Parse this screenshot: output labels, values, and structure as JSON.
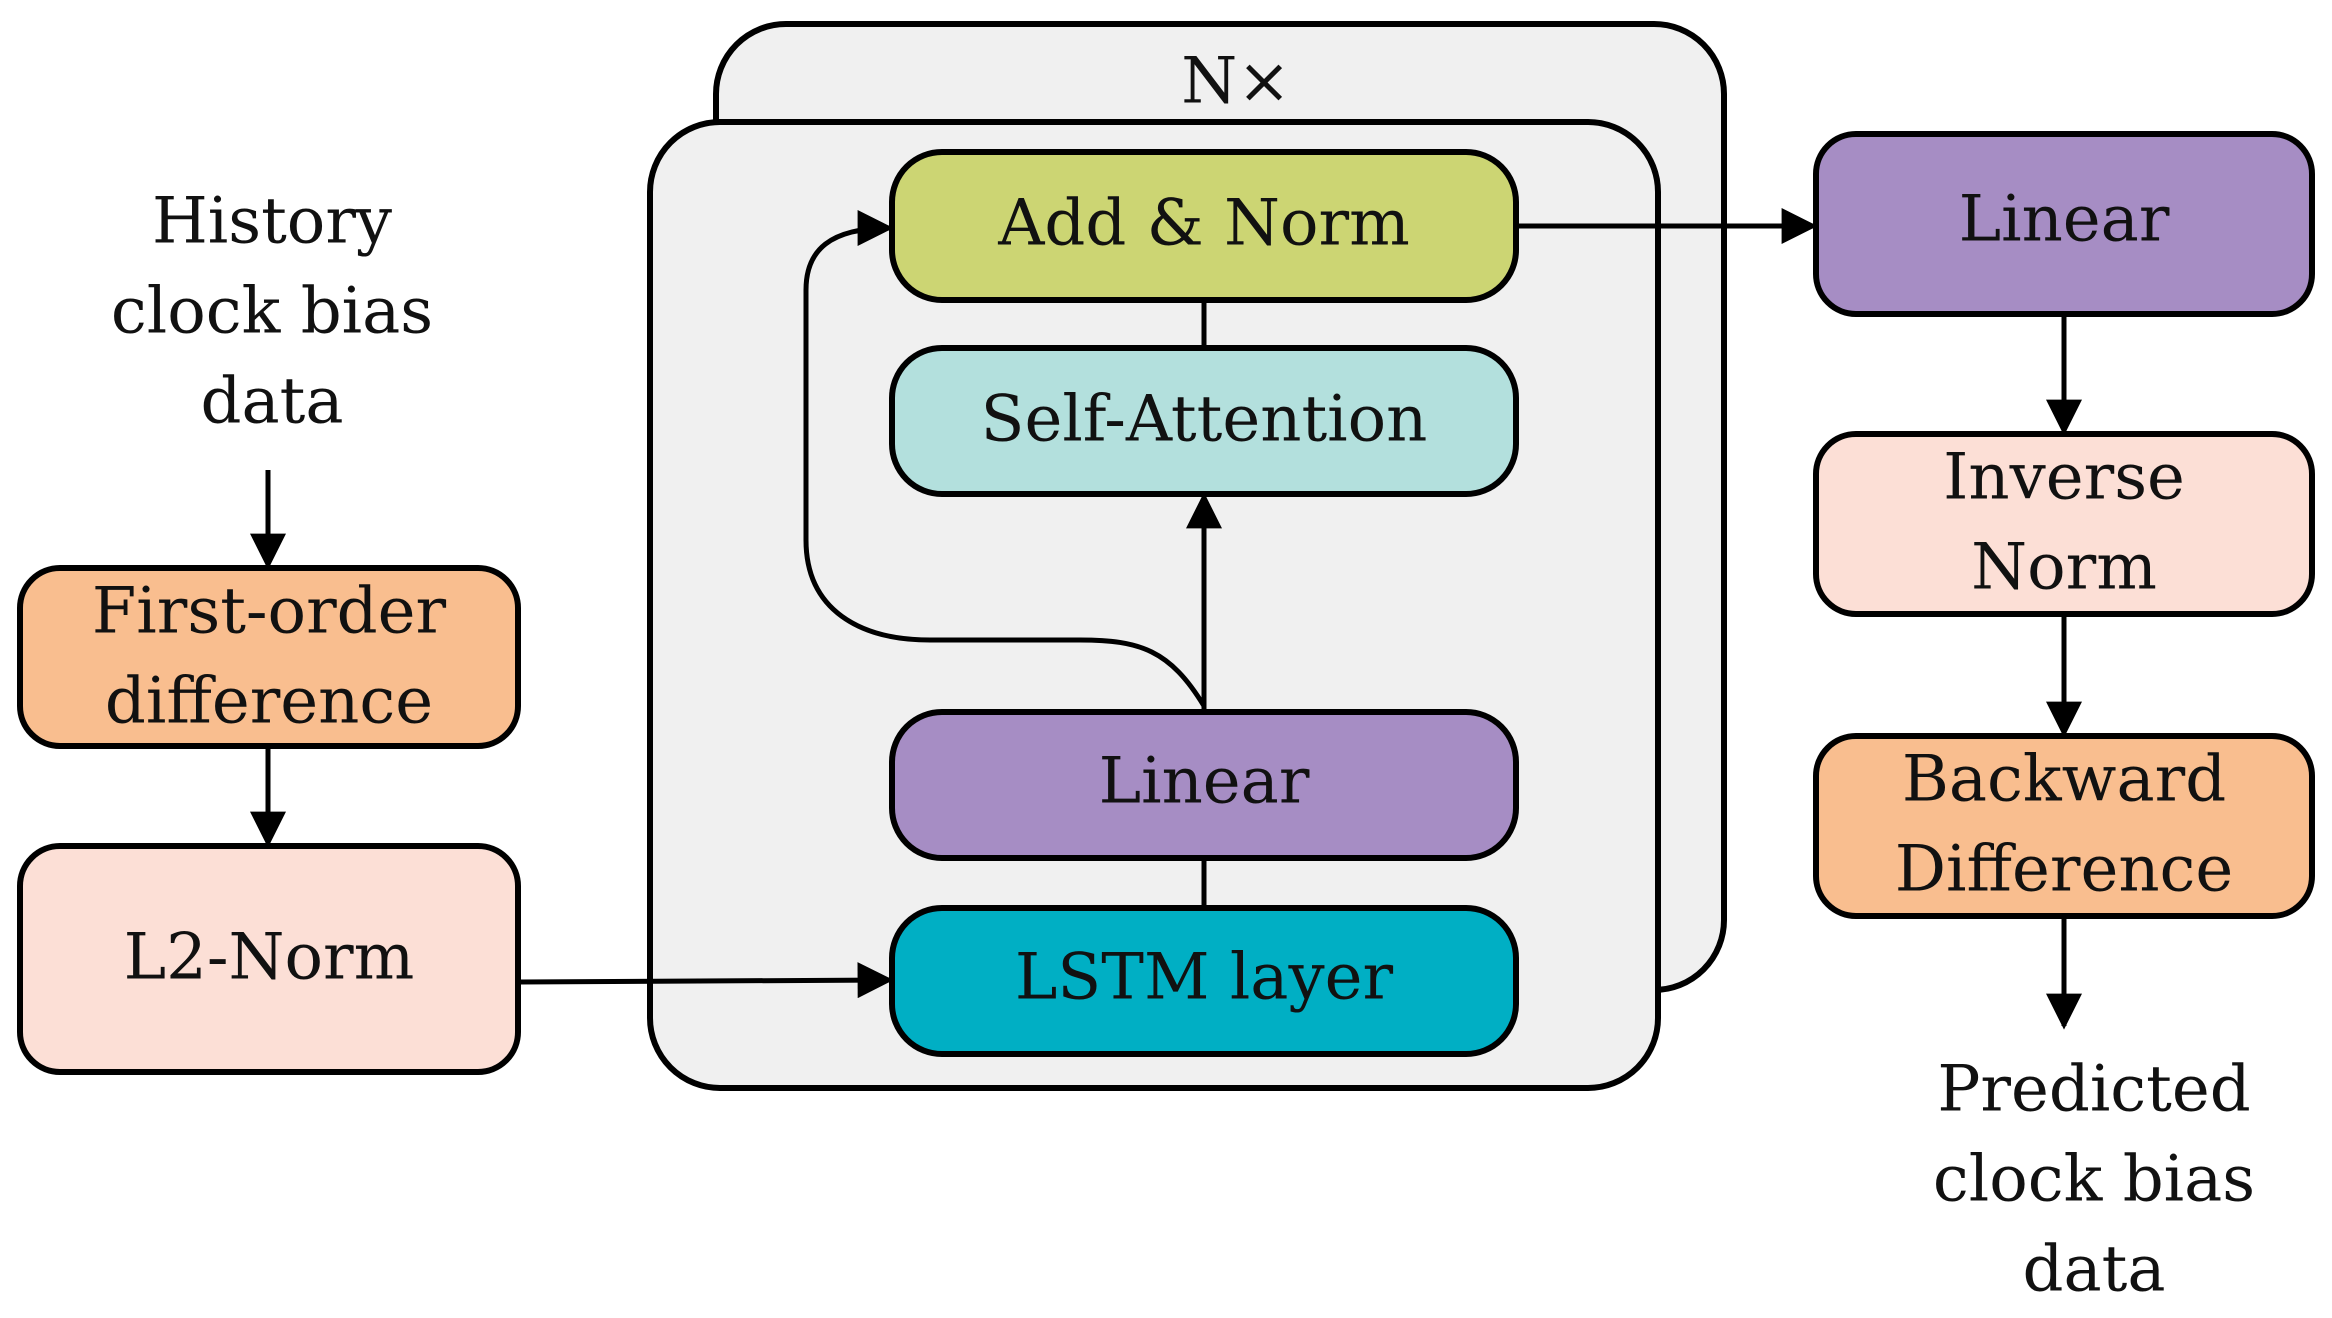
{
  "input_label": [
    "History",
    "clock bias",
    "data"
  ],
  "output_label": [
    "Predicted",
    "clock bias",
    "data"
  ],
  "repeat_label": "N×",
  "left_column": {
    "first_order": [
      "First-order",
      "difference"
    ],
    "l2norm": [
      "L2-Norm"
    ]
  },
  "block": {
    "add_norm": [
      "Add & Norm"
    ],
    "self_attention": [
      "Self-Attention"
    ],
    "linear": [
      "Linear"
    ],
    "lstm": [
      "LSTM layer"
    ]
  },
  "right_column": {
    "linear": [
      "Linear"
    ],
    "inverse_norm": [
      "Inverse",
      "Norm"
    ],
    "backward_diff": [
      "Backward",
      "Difference"
    ]
  },
  "colors": {
    "orange": "#F9BE8F",
    "pink": "#FCDFD6",
    "olive": "#CCD573",
    "teal_light": "#B3E0DD",
    "purple": "#A68DC4",
    "teal": "#00AFC4",
    "panel": "#F0F0F0"
  }
}
